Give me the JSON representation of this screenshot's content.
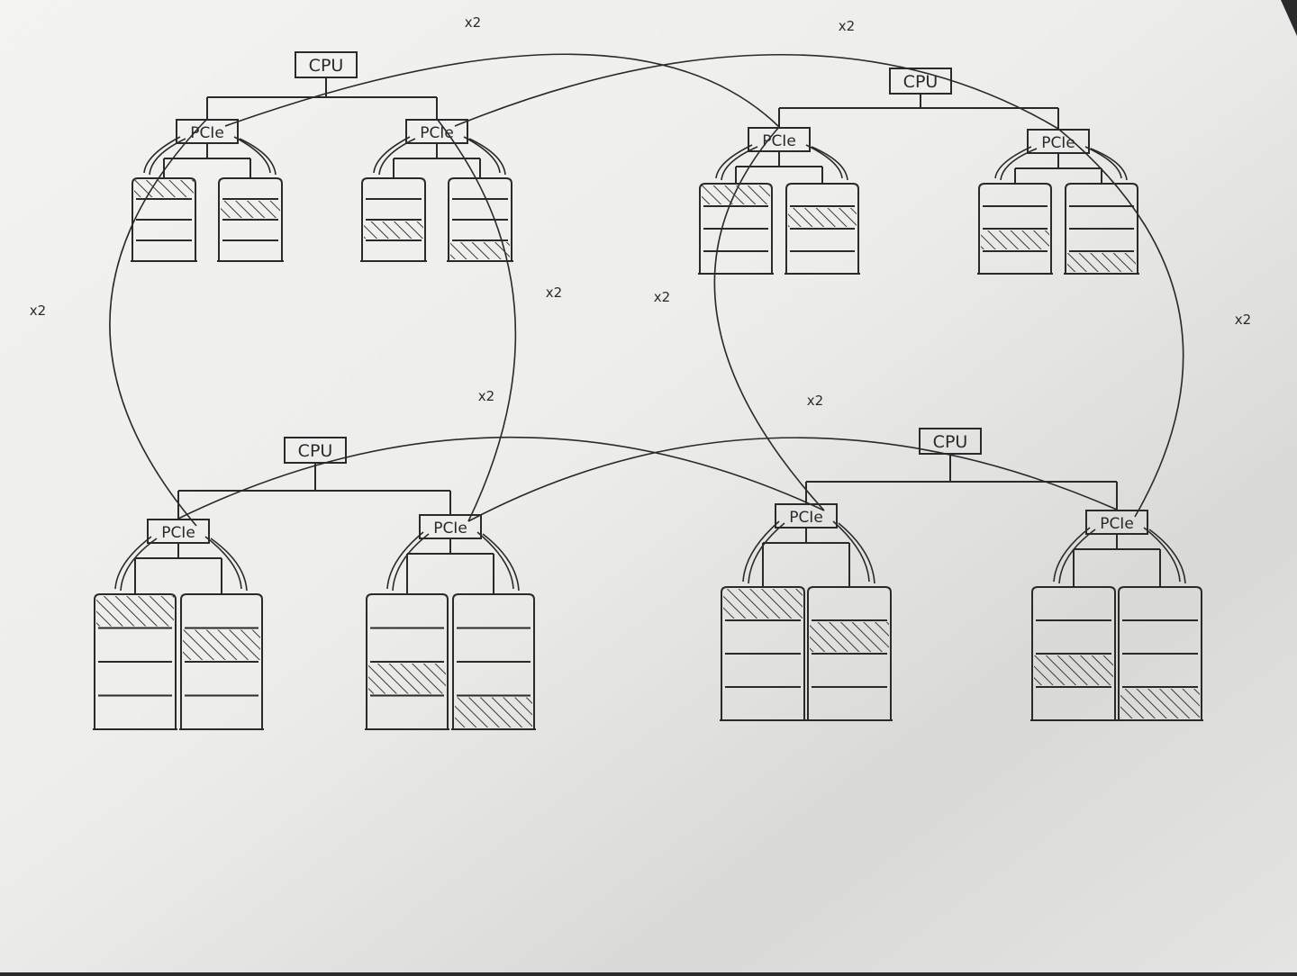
{
  "colors": {
    "ink": "#2a2a2a",
    "paper": "#f1f1ef",
    "paper_shade": "#cfcfcd",
    "background": "#2b2b2b",
    "hatch": "#3a3a3a"
  },
  "labels": {
    "cpu": "CPU",
    "pcie": "PCIe",
    "multiplier": "x2"
  },
  "nodes": [
    {
      "id": "top-left",
      "cpu_label": "CPU",
      "switches": [
        {
          "label": "PCIe",
          "gpus": [
            {
              "shaded_slot": 1
            },
            {
              "shaded_slot": 2
            }
          ]
        },
        {
          "label": "PCIe",
          "gpus": [
            {
              "shaded_slot": 3
            },
            {
              "shaded_slot": 4
            }
          ]
        }
      ]
    },
    {
      "id": "top-right",
      "cpu_label": "CPU",
      "switches": [
        {
          "label": "PCIe",
          "gpus": [
            {
              "shaded_slot": 1
            },
            {
              "shaded_slot": 2
            }
          ]
        },
        {
          "label": "PCIe",
          "gpus": [
            {
              "shaded_slot": 3
            },
            {
              "shaded_slot": 4
            }
          ]
        }
      ]
    },
    {
      "id": "bottom-left",
      "cpu_label": "CPU",
      "switches": [
        {
          "label": "PCIe",
          "gpus": [
            {
              "shaded_slot": 1
            },
            {
              "shaded_slot": 2
            }
          ]
        },
        {
          "label": "PCIe",
          "gpus": [
            {
              "shaded_slot": 3
            },
            {
              "shaded_slot": 4
            }
          ]
        }
      ]
    },
    {
      "id": "bottom-right",
      "cpu_label": "CPU",
      "switches": [
        {
          "label": "PCIe",
          "gpus": [
            {
              "shaded_slot": 1
            },
            {
              "shaded_slot": 2
            }
          ]
        },
        {
          "label": "PCIe",
          "gpus": [
            {
              "shaded_slot": 3
            },
            {
              "shaded_slot": 4
            }
          ]
        }
      ]
    }
  ],
  "links": [
    {
      "from": "top-right.pcie0",
      "to": "top-left.pcie0",
      "label": "x2"
    },
    {
      "from": "top-right.pcie1",
      "to": "top-left.pcie1",
      "label": "x2"
    },
    {
      "from": "top-left.pcie0",
      "to": "bottom-left.pcie0",
      "label": "x2"
    },
    {
      "from": "top-left.pcie1",
      "to": "bottom-left.pcie1",
      "label": "x2"
    },
    {
      "from": "top-right.pcie0",
      "to": "bottom-right.pcie0",
      "label": "x2"
    },
    {
      "from": "top-right.pcie1",
      "to": "bottom-right.pcie1",
      "label": "x2"
    },
    {
      "from": "bottom-left.pcie0",
      "to": "bottom-right.pcie0",
      "label": "x2"
    },
    {
      "from": "bottom-right.pcie1",
      "to": "bottom-left.pcie1",
      "label": "x2"
    }
  ]
}
